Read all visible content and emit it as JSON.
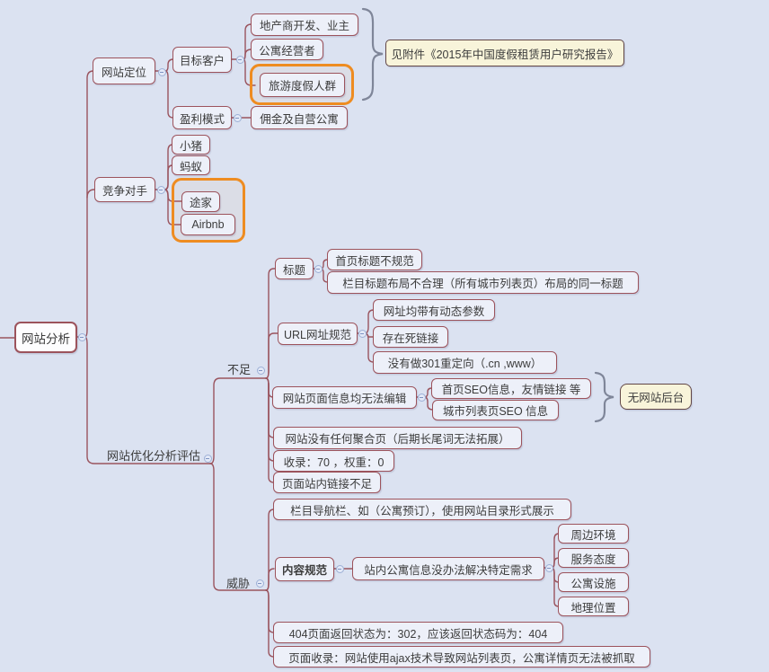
{
  "colors": {
    "background": "#dbe2f1",
    "node_fill": "#edf0f9",
    "node_border": "#9c535c",
    "root_fill": "#fdfdfe",
    "text": "#3c3c3c",
    "connector_line": "#9a545e",
    "highlight_boundary": "#ee8c21",
    "note_fill": "#f8f4da",
    "note_border": "#614646",
    "brace": "#7f8699",
    "toggle_fill": "#e3e9f7",
    "toggle_border": "#9db0d6"
  },
  "icons": {
    "collapse_toggle": "minus"
  },
  "nodes": {
    "root": "网站分析",
    "site_positioning": "网站定位",
    "target_customers": "目标客户",
    "developer_owner": "地产商开发、业主",
    "apartment_operator": "公寓经营者",
    "vacation_group": "旅游度假人群",
    "profit_model": "盈利模式",
    "commission_self_operated": "佣金及自营公寓",
    "competitors": "竞争对手",
    "xiaozhu": "小猪",
    "mayi": "蚂蚁",
    "tujia": "途家",
    "airbnb": "Airbnb",
    "optimization_evaluation": "网站优化分析评估",
    "weaknesses": "不足",
    "title_topic": "标题",
    "homepage_title_issue": "首页标题不规范",
    "column_title_issue": "栏目标题布局不合理（所有城市列表页）布局的同一标题",
    "url_standard": "URL网址规范",
    "dynamic_params": "网址均带有动态参数",
    "dead_links": "存在死链接",
    "no_301_redirect": "没有做301重定向（.cn ,www）",
    "page_info_uneditable": "网站页面信息均无法编辑",
    "homepage_seo_info": "首页SEO信息，友情链接 等",
    "city_list_seo_info": "城市列表页SEO 信息",
    "no_aggregation_pages": "网站没有任何聚合页（后期长尾词无法拓展）",
    "index_weight": "收录：70 ，权重：0",
    "insufficient_internal_links": "页面站内链接不足",
    "threats": "威胁",
    "nav_directory_display": "栏目导航栏、如（公寓预订），使用网站目录形式展示",
    "content_standard": "内容规范",
    "apartment_info_needs": "站内公寓信息没办法解决特定需求",
    "surrounding_environment": "周边环境",
    "service_attitude": "服务态度",
    "apartment_facilities": "公寓设施",
    "geographic_location": "地理位置",
    "status_404_issue": "404页面返回状态为：302，应该返回状态码为：404",
    "page_indexing_issue": "页面收录：网站使用ajax技术导致网站列表页，公寓详情页无法被抓取"
  },
  "annotations": {
    "report_note": "见附件《2015年中国度假租赁用户研究报告》",
    "no_backend": "无网站后台"
  }
}
